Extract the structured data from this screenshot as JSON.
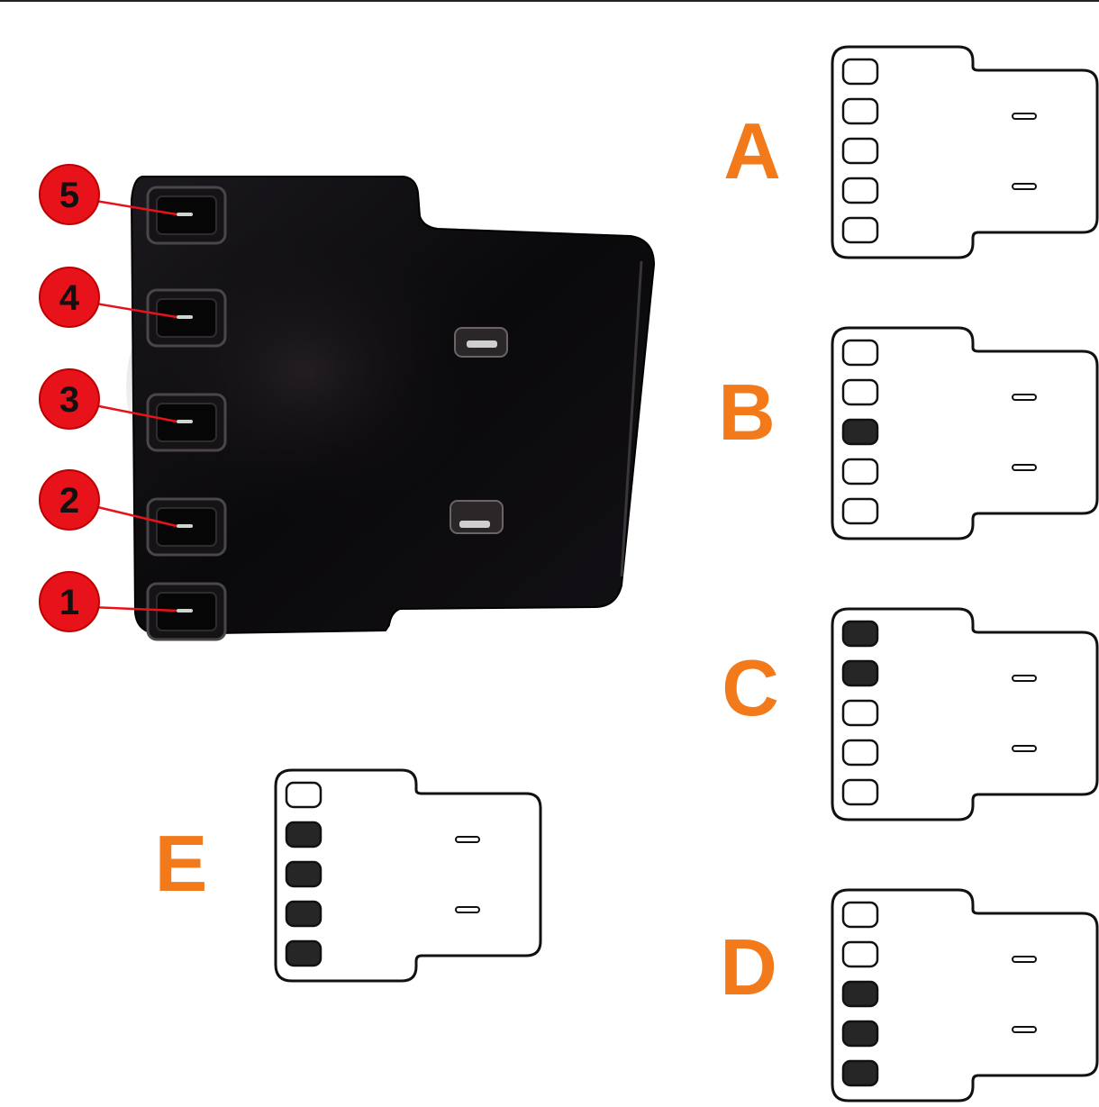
{
  "photo": {
    "slot_labels": [
      "5",
      "4",
      "3",
      "2",
      "1"
    ],
    "badge_color": "#e8121b",
    "body_color": "#0b0a0c"
  },
  "accent_color": "#f27a1a",
  "diagrams": [
    {
      "id": "A",
      "label": "A",
      "slots": [
        false,
        false,
        false,
        false,
        false
      ]
    },
    {
      "id": "B",
      "label": "B",
      "slots": [
        false,
        false,
        true,
        false,
        false
      ]
    },
    {
      "id": "C",
      "label": "C",
      "slots": [
        true,
        true,
        false,
        false,
        false
      ]
    },
    {
      "id": "D",
      "label": "D",
      "slots": [
        false,
        false,
        true,
        true,
        true
      ]
    },
    {
      "id": "E",
      "label": "E",
      "slots": [
        false,
        true,
        true,
        true,
        true
      ]
    }
  ]
}
